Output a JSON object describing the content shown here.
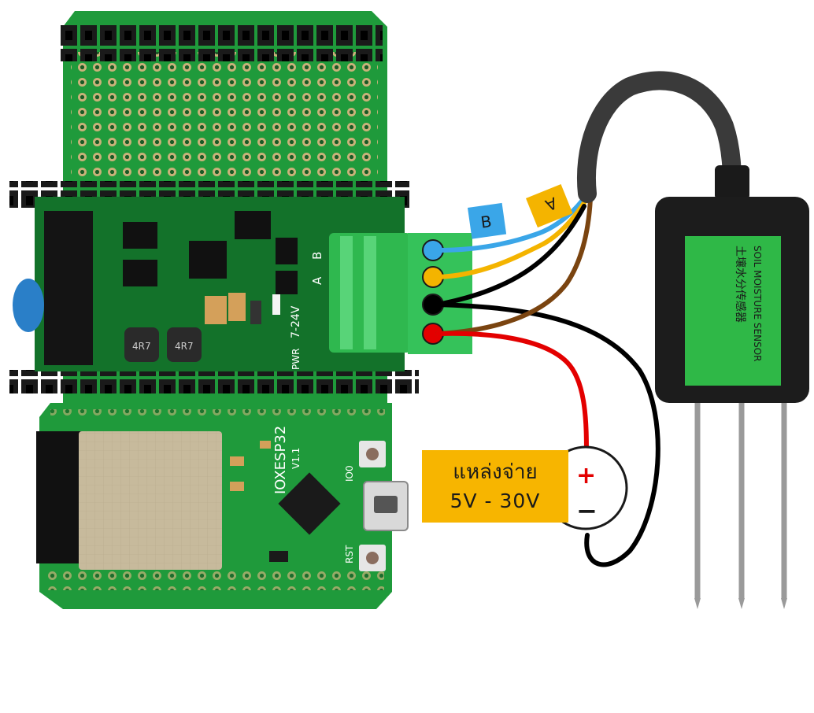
{
  "wiring_tags": {
    "b": "B",
    "a": "A"
  },
  "power_supply": {
    "label": "แหล่งจ่าย",
    "voltage": "5V - 30V",
    "plus": "+",
    "minus": "−"
  },
  "rs485_board": {
    "pin_b": "B",
    "pin_a": "A",
    "supply_mark": "7-24V",
    "pwr_mark": "PWR",
    "inductor_mark": "4R7"
  },
  "esp32_board": {
    "name": "IOXESP32",
    "version": "V1.1",
    "rst_label": "RST",
    "io0_label": "IO0"
  },
  "sensor": {
    "title": "SOIL MOISTURE SENSOR",
    "chinese_title": "土壤水分传感器"
  },
  "colors": {
    "pcb": "#1f9a3b",
    "pcb_dark": "#13722a",
    "terminal": "#35c25a",
    "wire_blue": "#3aa6e8",
    "wire_yellow": "#f4b400",
    "wire_black": "#000000",
    "wire_brown": "#7a4410",
    "wire_red": "#e30000",
    "label_bg": "#f7b500",
    "sensor_body": "#1c1c1c",
    "sensor_label": "#2fb847"
  }
}
